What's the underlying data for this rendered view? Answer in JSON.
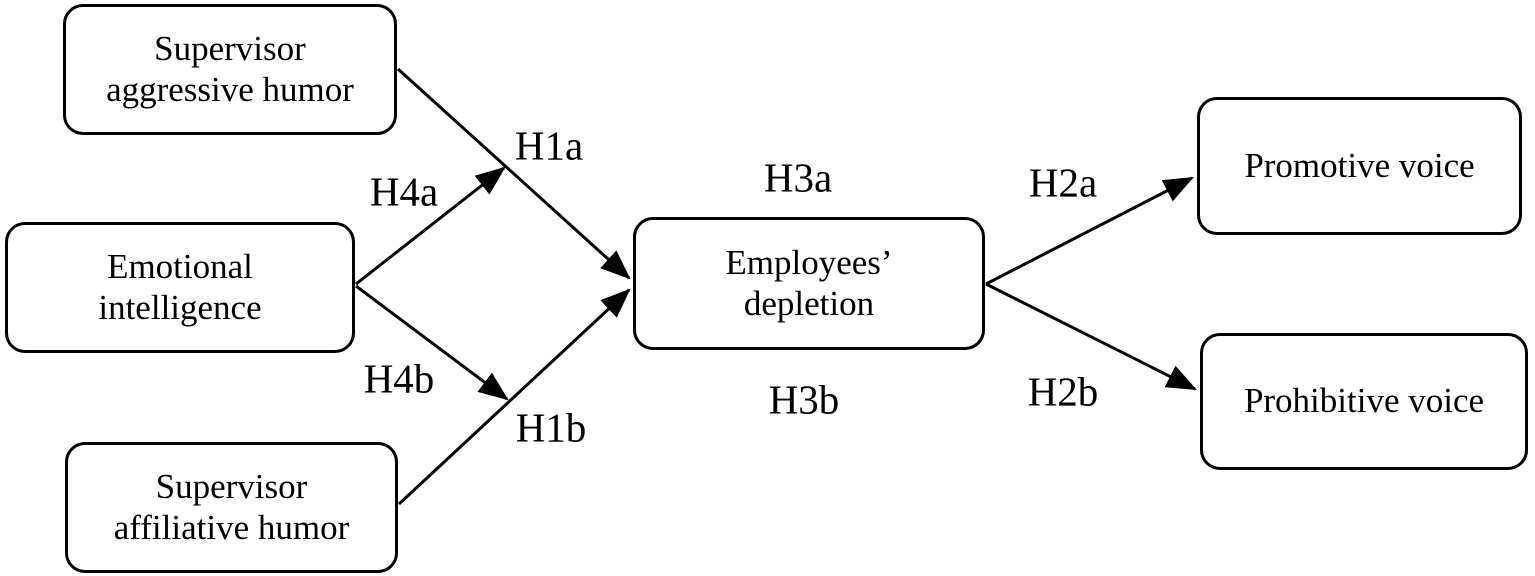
{
  "diagram": {
    "description": "Hypothesized research model linking supervisor humor, emotional intelligence, employee depletion and voice behaviors",
    "colors": {
      "line": "#000000",
      "box_fill": "#ffffff",
      "text": "#000000",
      "background": "#ffffff"
    },
    "nodes": {
      "supervisor_aggressive_humor": {
        "label": "Supervisor\naggressive humor"
      },
      "emotional_intelligence": {
        "label": "Emotional\nintelligence"
      },
      "supervisor_affiliative_humor": {
        "label": "Supervisor\naffiliative humor"
      },
      "employees_depletion": {
        "label": "Employees’\ndepletion"
      },
      "promotive_voice": {
        "label": "Promotive voice"
      },
      "prohibitive_voice": {
        "label": "Prohibitive voice"
      }
    },
    "hypothesis_labels": {
      "h1a": "H1a",
      "h1b": "H1b",
      "h2a": "H2a",
      "h2b": "H2b",
      "h3a": "H3a",
      "h3b": "H3b",
      "h4a": "H4a",
      "h4b": "H4b"
    },
    "edges": [
      {
        "id": "h1a",
        "from": "supervisor_aggressive_humor",
        "to": "employees_depletion",
        "label": "H1a"
      },
      {
        "id": "h1b",
        "from": "supervisor_affiliative_humor",
        "to": "employees_depletion",
        "label": "H1b"
      },
      {
        "id": "h2a",
        "from": "employees_depletion",
        "to": "promotive_voice",
        "label": "H2a"
      },
      {
        "id": "h2b",
        "from": "employees_depletion",
        "to": "prohibitive_voice",
        "label": "H2b"
      },
      {
        "id": "h4a",
        "from": "emotional_intelligence",
        "to": "edge_h1a",
        "label": "H4a"
      },
      {
        "id": "h4b",
        "from": "emotional_intelligence",
        "to": "edge_h1b",
        "label": "H4b"
      }
    ]
  }
}
